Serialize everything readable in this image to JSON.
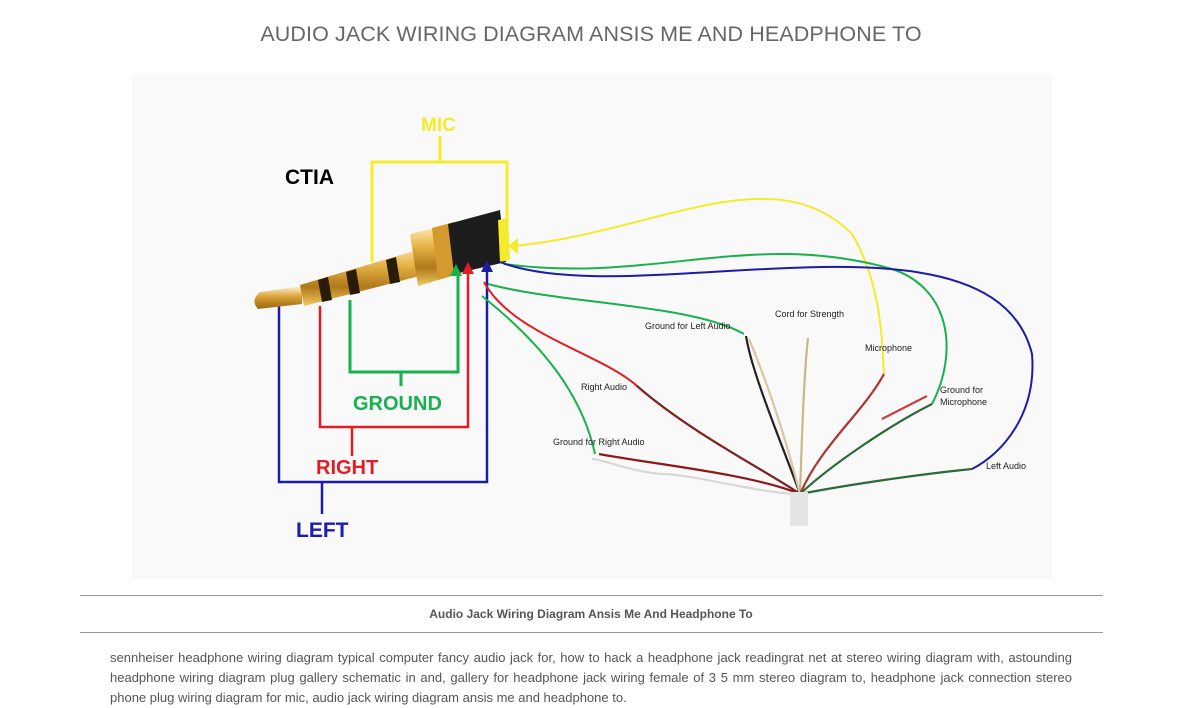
{
  "page": {
    "title": "AUDIO JACK WIRING DIAGRAM ANSIS ME AND HEADPHONE TO",
    "caption": "Audio Jack Wiring Diagram Ansis Me And Headphone To",
    "body": "sennheiser headphone wiring diagram typical computer fancy audio jack for, how to hack a headphone jack readingrat net at stereo wiring diagram with, astounding headphone wiring diagram plug gallery schematic in and, gallery for headphone jack wiring female of 3 5 mm stereo diagram to, headphone jack connection stereo phone plug wiring diagram for mic, audio jack wiring diagram ansis me and headphone to."
  },
  "diagram": {
    "standard": "CTIA",
    "labels": {
      "mic": "MIC",
      "ground": "GROUND",
      "right": "RIGHT",
      "left": "LEFT"
    },
    "wire_labels": {
      "ground_left_audio": "Ground for Left Audio",
      "cord_strength": "Cord for Strength",
      "microphone": "Microphone",
      "right_audio": "Right Audio",
      "ground_microphone_1": "Ground for",
      "ground_microphone_2": "Microphone",
      "ground_right_audio": "Ground for Right Audio",
      "left_audio": "Left Audio"
    },
    "colors": {
      "mic": "#f5eb2a",
      "ground": "#19b04e",
      "right": "#e21c24",
      "left": "#1c1ca8"
    }
  }
}
